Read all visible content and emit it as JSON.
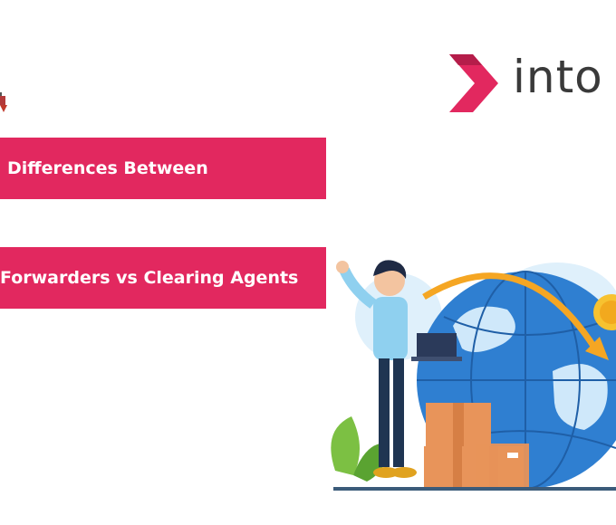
{
  "banners": [
    {
      "text": "Differences Between"
    },
    {
      "text": "Forwarders vs Clearing Agents"
    }
  ],
  "brand": {
    "name": "into",
    "accent": "#e2285f"
  },
  "colors": {
    "banner": "#e2285f",
    "brand_text": "#3a3a3a",
    "globe": "#2f7fd1",
    "arrow": "#f5a623"
  },
  "illustration": {
    "icon": "logistics-globe-illustration"
  }
}
